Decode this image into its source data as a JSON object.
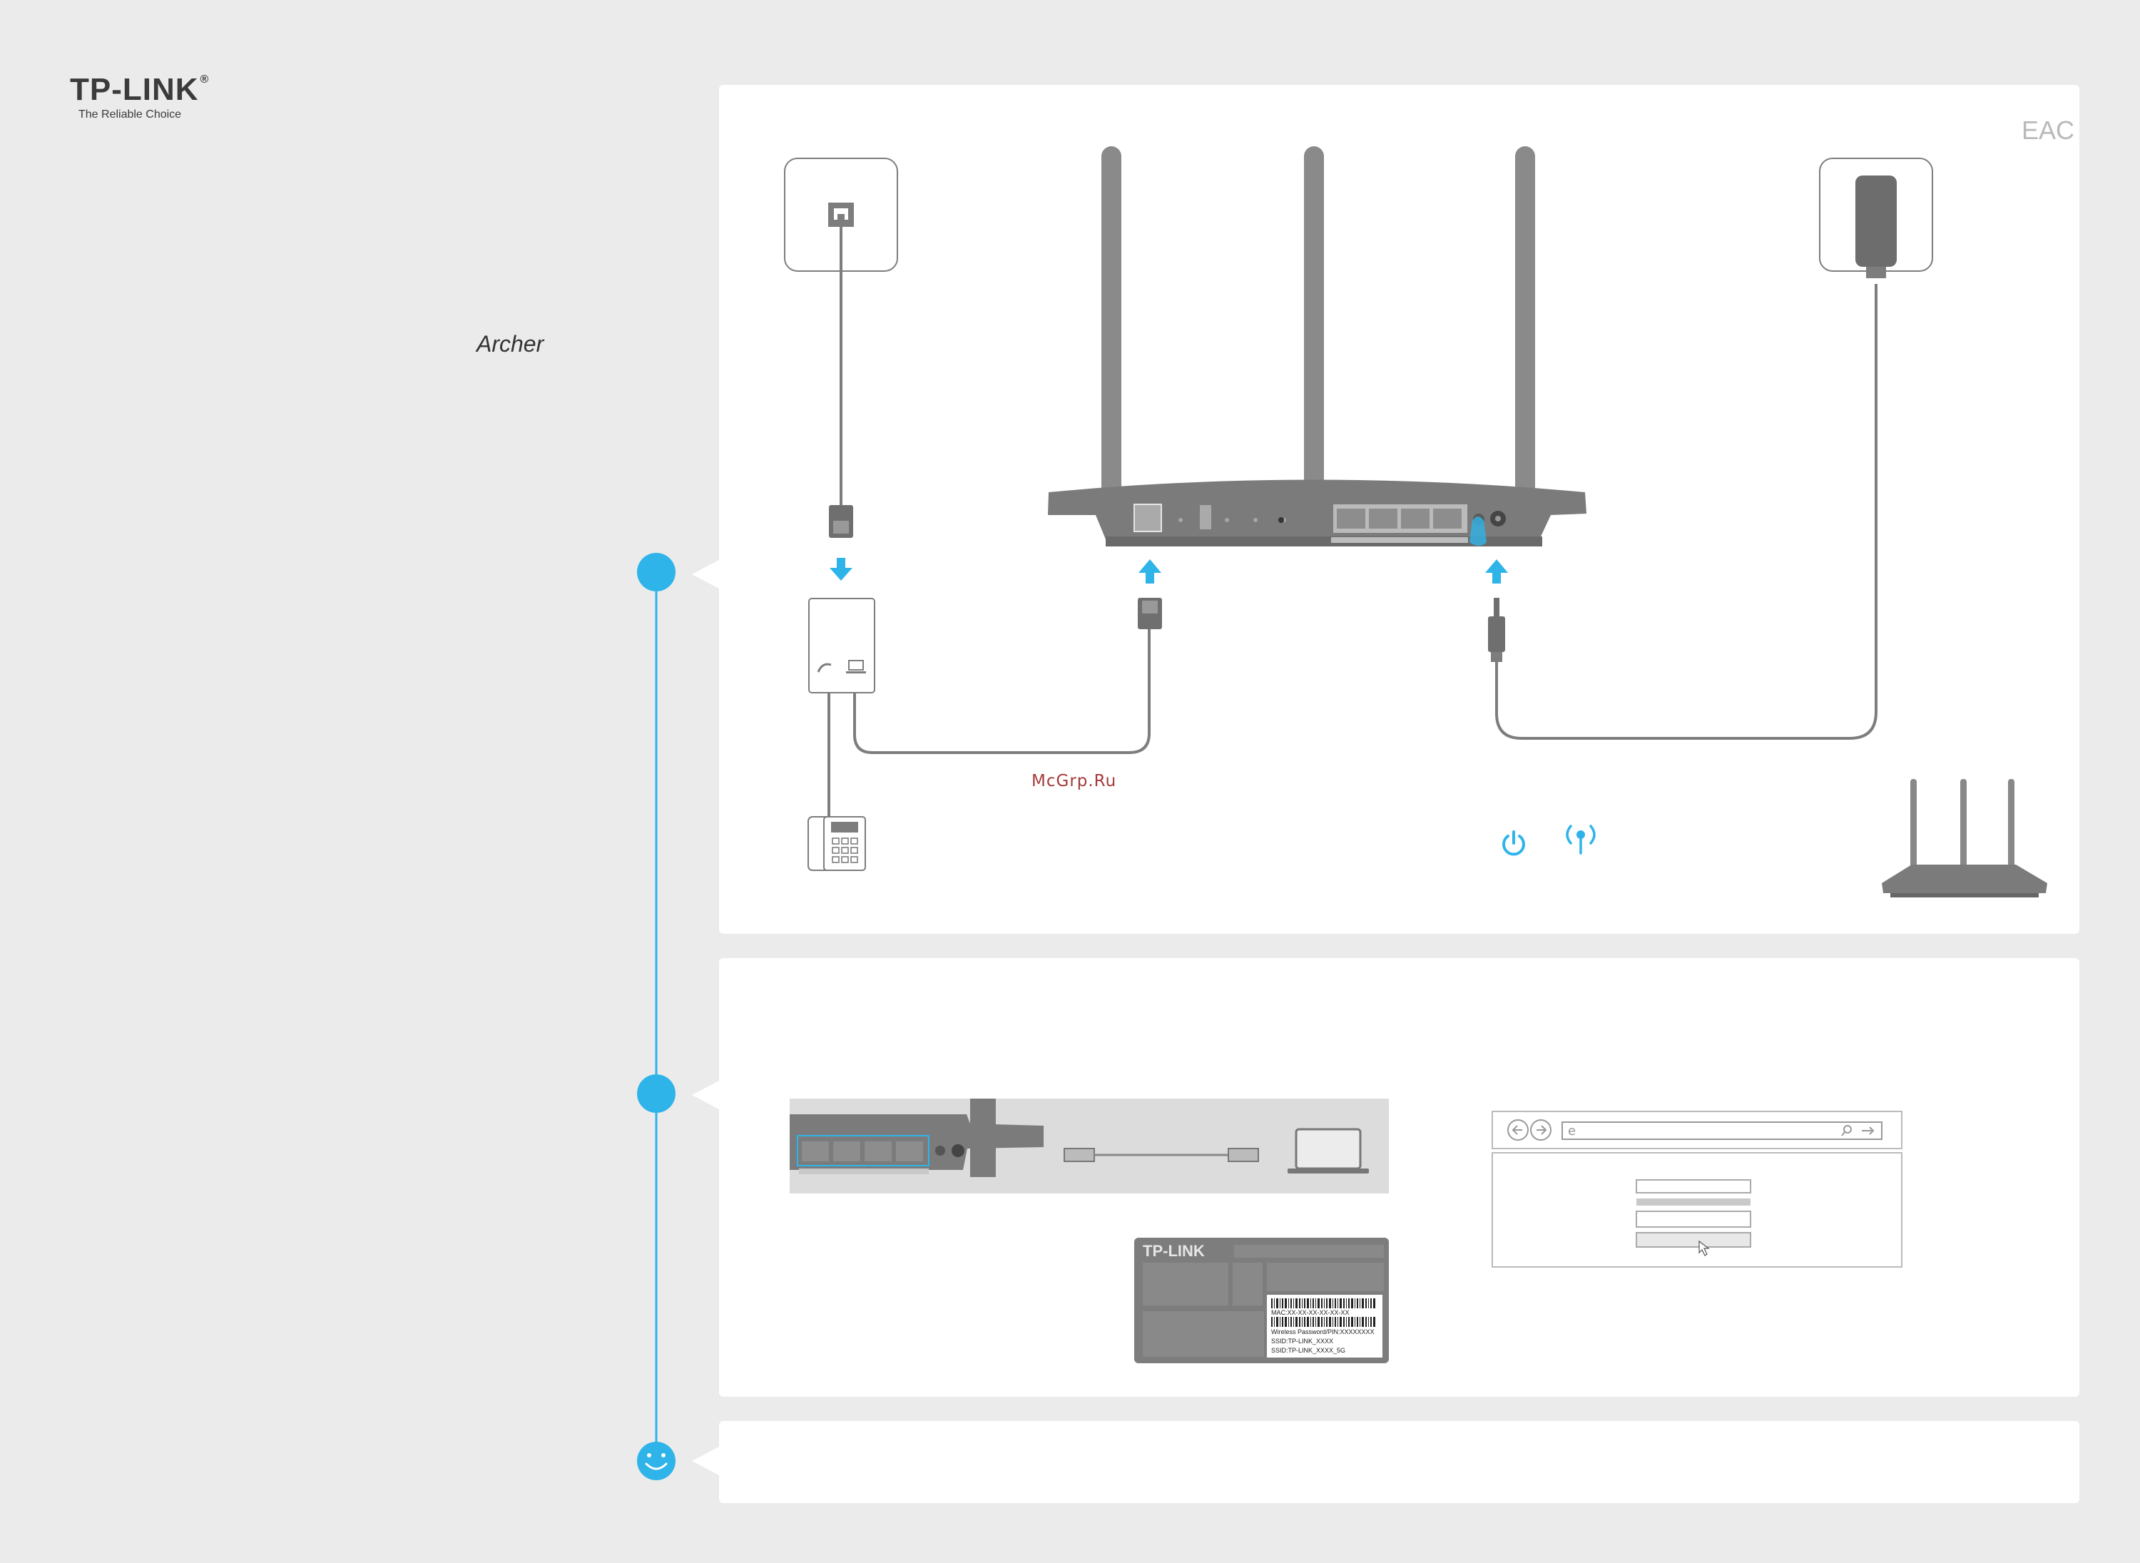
{
  "header": {
    "brand": "TP-LINK",
    "brand_mark": "®",
    "tagline": "The Reliable Choice",
    "model": "Archer"
  },
  "cert_mark": "EAC",
  "watermark": "McGrp.Ru",
  "steps": [
    {
      "icon": "step-1-circle"
    },
    {
      "icon": "step-2-circle"
    },
    {
      "icon": "smile-icon"
    }
  ],
  "label": {
    "brand": "TP-LINK",
    "mac": "MAC:XX-XX-XX-XX-XX-XX",
    "password": "Wireless Password/PIN:XXXXXXXX",
    "ssid": "SSID:TP-LINK_XXXX",
    "ssid_5g": "SSID:TP-LINK_XXXX_5G"
  },
  "colors": {
    "accent": "#2fb4ea",
    "device_gray": "#7d7d7d",
    "panel": "#ffffff",
    "background": "#ebebeb"
  }
}
